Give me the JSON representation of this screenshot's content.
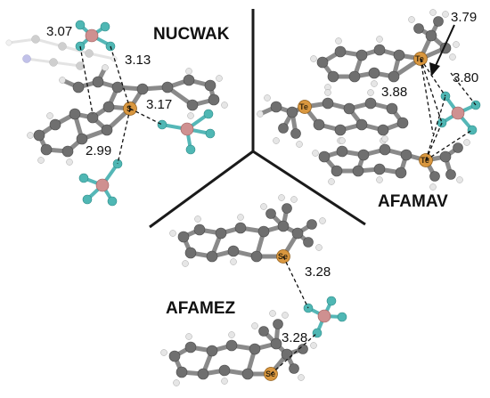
{
  "figure": {
    "panels": [
      {
        "title": "NUCWAK",
        "chalcogen_symbol": "S",
        "contacts": [
          "3.07",
          "3.13",
          "3.17",
          "2.99"
        ]
      },
      {
        "title": "AFAMAV",
        "chalcogen_symbol": "Te",
        "contacts": [
          "3.79",
          "3.80",
          "3.88"
        ]
      },
      {
        "title": "AFAMEZ",
        "chalcogen_symbol": "Se",
        "contacts": [
          "3.28",
          "3.28"
        ]
      }
    ],
    "colors": {
      "carbon": "#6f6f6f",
      "hydrogen": "#e6e6e6",
      "fluorine": "#4fb7b4",
      "boron": "#cf9090",
      "chalcogen": "#d9973f",
      "nitrogen": "#8f8fd8",
      "contact_line": "#111111",
      "divider": "#1a1a1a"
    }
  }
}
